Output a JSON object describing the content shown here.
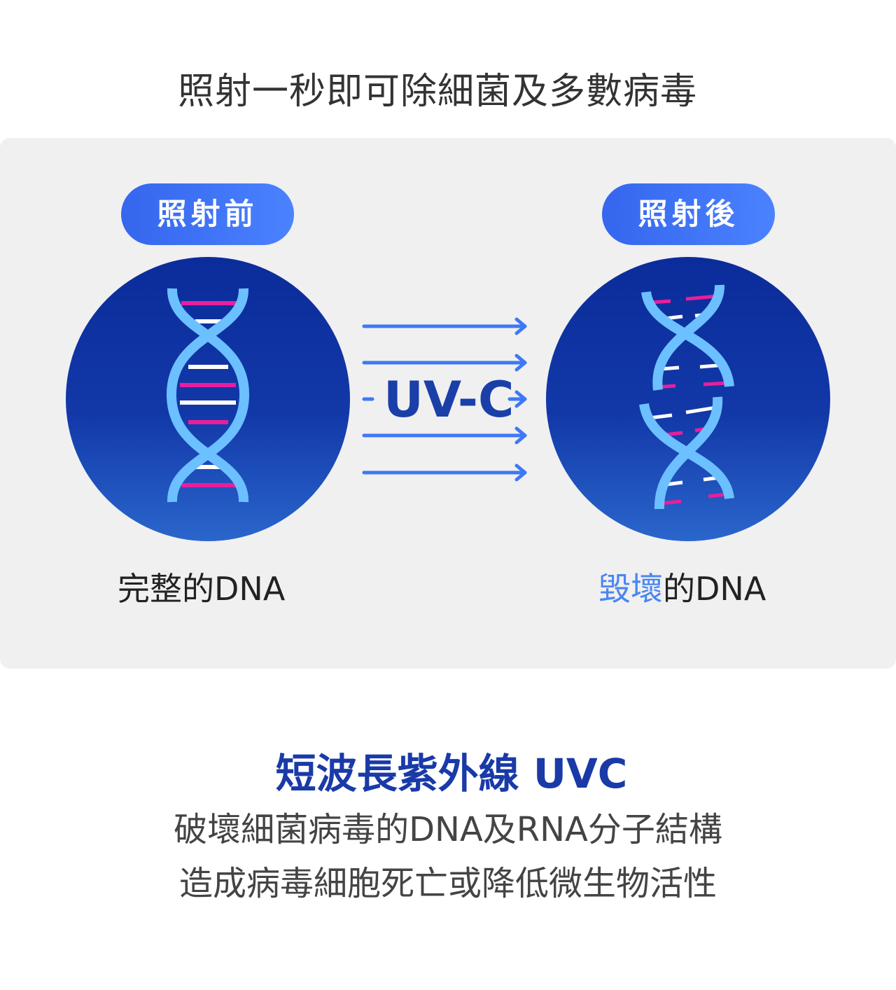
{
  "header": {
    "title": "照射一秒即可除細菌及多數病毒"
  },
  "before": {
    "badge": "照射前",
    "caption": "完整的DNA"
  },
  "after": {
    "badge": "照射後",
    "caption_highlight": "毀壞",
    "caption_rest": "的DNA"
  },
  "uv": {
    "label": "UV-C"
  },
  "footer": {
    "title": "短波長紫外線 UVC",
    "line1": "破壞細菌病毒的DNA及RNA分子結構",
    "line2": "造成病毒細胞死亡或降低微生物活性"
  },
  "colors": {
    "accent": "#3f78f5",
    "deep_blue": "#1a3aa8",
    "strand": "#6cc0ff",
    "base_pink": "#e91e9c"
  }
}
